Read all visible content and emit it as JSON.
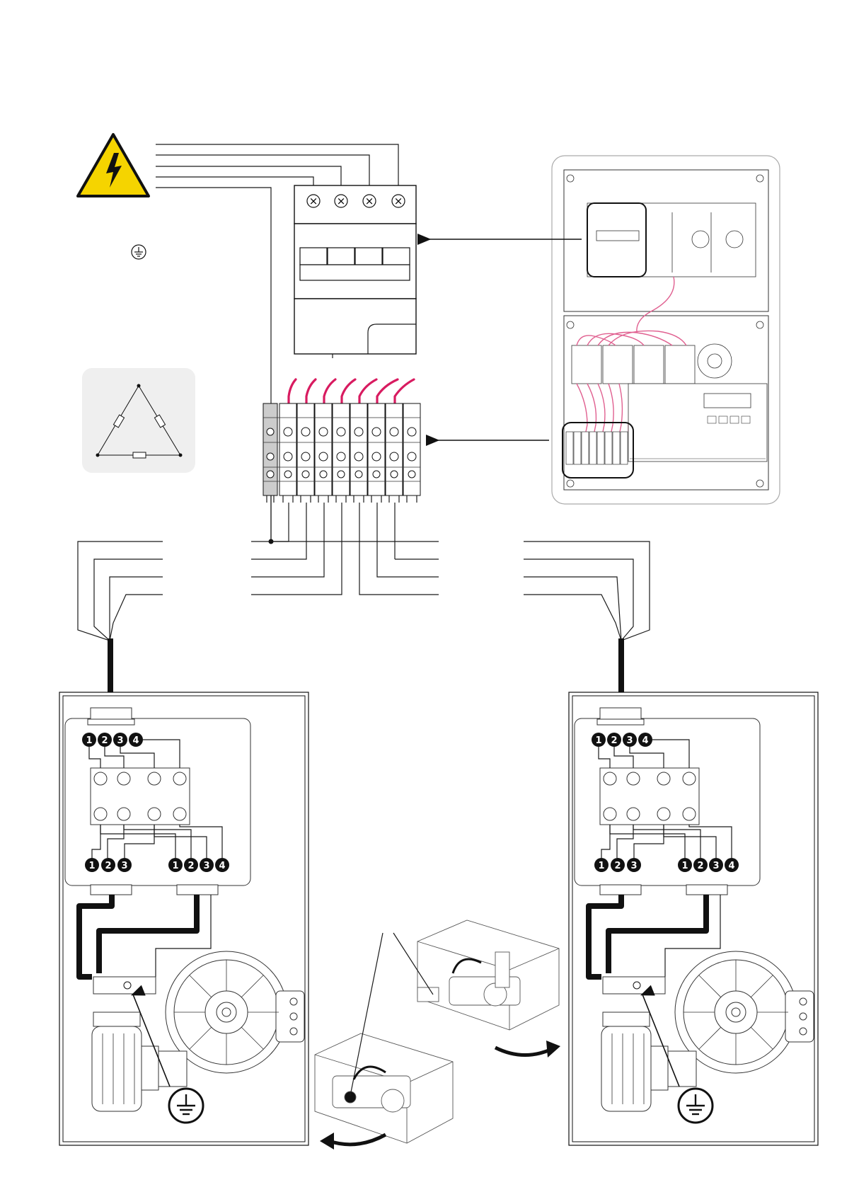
{
  "colors": {
    "warning_yellow": "#f5d400",
    "wire_black": "#1a1a1a",
    "wire_pink": "#d81b60",
    "delta_panel_bg": "#efefef",
    "page_bg": "#ffffff"
  },
  "icons": {
    "warning": "high-voltage-warning-icon",
    "ground_small": "earth-ground-icon",
    "ground_large": "earth-ground-icon",
    "motor_wiring": "delta-winding-icon"
  },
  "labels": {
    "breaker_terminal_mark": "×",
    "motor_left": {
      "input_terminals": [
        "1",
        "2",
        "3",
        "4"
      ],
      "output_a": [
        "1",
        "2",
        "3"
      ],
      "output_b": [
        "1",
        "2",
        "3",
        "4"
      ]
    },
    "motor_right": {
      "input_terminals": [
        "1",
        "2",
        "3",
        "4"
      ],
      "output_a": [
        "1",
        "2",
        "3"
      ],
      "output_b": [
        "1",
        "2",
        "3",
        "4"
      ]
    }
  }
}
